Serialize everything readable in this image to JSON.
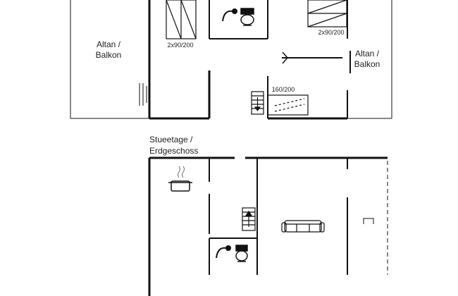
{
  "upper_floor": {
    "balcony_left": {
      "line1": "Altan /",
      "line2": "Balkon"
    },
    "balcony_right": {
      "line1": "Altan /",
      "line2": "Balkon"
    },
    "bed_left": "2x90/200",
    "bed_right": "2x90/200",
    "bed_middle": "160/200"
  },
  "ground_floor": {
    "title_line1": "Stueetage /",
    "title_line2": "Erdgeschoss"
  },
  "icons": [
    "shower-icon",
    "toilet-icon",
    "stairs-down-icon",
    "stairs-up-icon",
    "cooking-pot-icon",
    "sofa-icon",
    "door-icon",
    "bed-icon"
  ]
}
